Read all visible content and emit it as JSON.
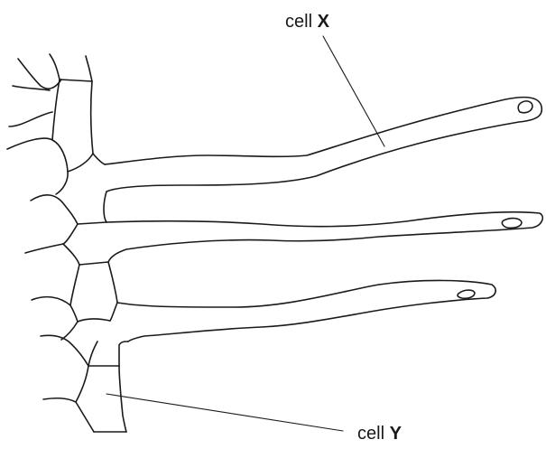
{
  "labels": {
    "cell_x": {
      "prefix": "cell",
      "letter": "X"
    },
    "cell_y": {
      "prefix": "cell",
      "letter": "Y"
    }
  },
  "colors": {
    "line": "#1a1a1a",
    "background": "#ffffff"
  }
}
